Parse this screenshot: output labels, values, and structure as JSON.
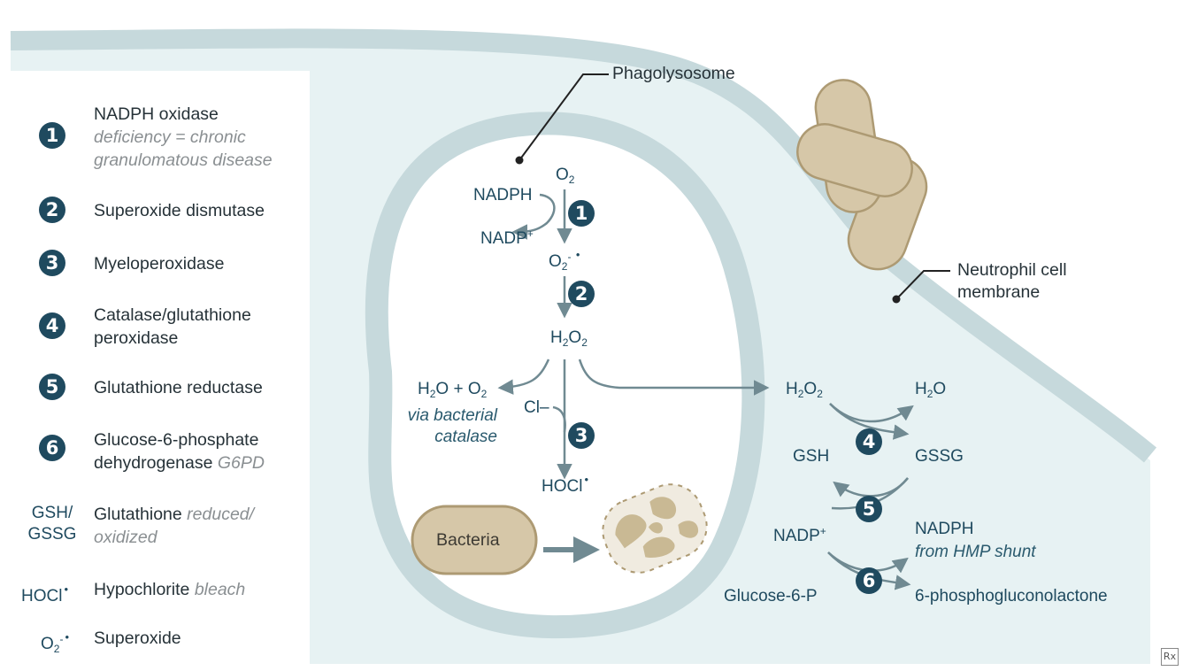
{
  "legend": {
    "items": [
      {
        "marker": "1",
        "name": "NADPH oxidase",
        "note": "deficiency = chronic granulomatous disease"
      },
      {
        "marker": "2",
        "name": "Superoxide dismutase",
        "note": ""
      },
      {
        "marker": "3",
        "name": "Myeloperoxidase",
        "note": ""
      },
      {
        "marker": "4",
        "name": "Catalase/glutathione peroxidase",
        "note": ""
      },
      {
        "marker": "5",
        "name": "Glutathione reductase",
        "note": ""
      },
      {
        "marker": "6",
        "name": "Glucose-6-phosphate dehydrogenase",
        "note": "G6PD"
      }
    ],
    "symbols": [
      {
        "symbol": "GSH/ GSSG",
        "name": "Glutathione",
        "note": "reduced/ oxidized"
      },
      {
        "symbol": "HOCl •",
        "name": "Hypochlorite",
        "note": "bleach"
      },
      {
        "symbol": "O2-•",
        "name": "Superoxide",
        "note": ""
      }
    ]
  },
  "labels": {
    "phagolysosome": "Phagolysosome",
    "neutrophil_membrane": "Neutrophil cell membrane",
    "bacteria": "Bacteria"
  },
  "chem": {
    "o2": "O2",
    "nadph": "NADPH",
    "nadp": "NADP+",
    "superoxide": "O2-•",
    "h2o2": "H2O2",
    "h2o_o2": "H2O + O2",
    "via_catalase": "via bacterial catalase",
    "cl": "Cl–",
    "hocl": "HOCl •",
    "h2o2_cell": "H2O2",
    "h2o": "H2O",
    "gsh": "GSH",
    "gssg": "GSSG",
    "nadp_cell": "NADP+",
    "nadph_cell": "NADPH",
    "hmp_shunt": "from HMP shunt",
    "glucose6p": "Glucose-6-P",
    "phosphoglucono": "6-phosphogluconolactone"
  },
  "steps": [
    "1",
    "2",
    "3",
    "4",
    "5",
    "6"
  ],
  "watermark": "Rx",
  "colors": {
    "navy": "#1f4a5f",
    "membrane": "#c6d9dc",
    "cytoplasm": "#e7f2f3",
    "bacteria_fill": "#d6c7a8",
    "bacteria_stroke": "#ad9a73",
    "arrow": "#708a92"
  }
}
